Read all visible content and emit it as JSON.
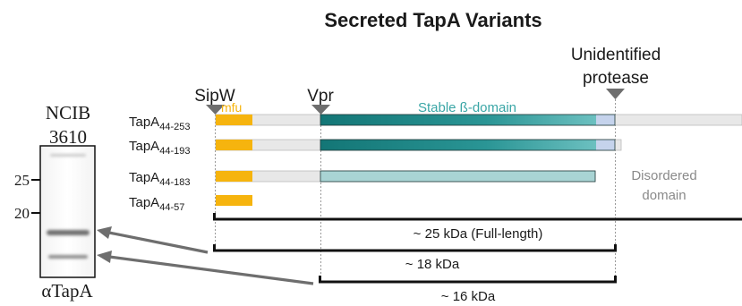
{
  "title": "Secreted TapA Variants",
  "cleavage_sites": {
    "sipw": "SipW",
    "vpr": "Vpr",
    "protease_line1": "Unidentified",
    "protease_line2": "protease"
  },
  "domains": {
    "mfu": "mfu",
    "stable": "Stable ß-domain",
    "disordered_line1": "Disordered",
    "disordered_line2": "domain"
  },
  "variants": [
    {
      "name": "TapA",
      "range": "44-253"
    },
    {
      "name": "TapA",
      "range": "44-193"
    },
    {
      "name": "TapA",
      "range": "44-183"
    },
    {
      "name": "TapA",
      "range": "44-57"
    }
  ],
  "sizes": {
    "full": "~ 25 kDa (Full-length)",
    "mid": "~ 18 kDa",
    "small": "~ 16 kDa"
  },
  "blot": {
    "strain_line1": "NCIB",
    "strain_line2": "3610",
    "marker_high": "25",
    "marker_low": "20",
    "antibody": "αTapA"
  },
  "colors": {
    "mfu": "#f6b40e",
    "teal_dark": "#1b7f7f",
    "teal_light": "#a9d4d4",
    "end_blue": "#c5d3ec",
    "track": "#e8e8e8",
    "arrow": "#6e6e6e",
    "stable_text": "#3aa6a6",
    "disordered_text": "#8a8a8a"
  }
}
